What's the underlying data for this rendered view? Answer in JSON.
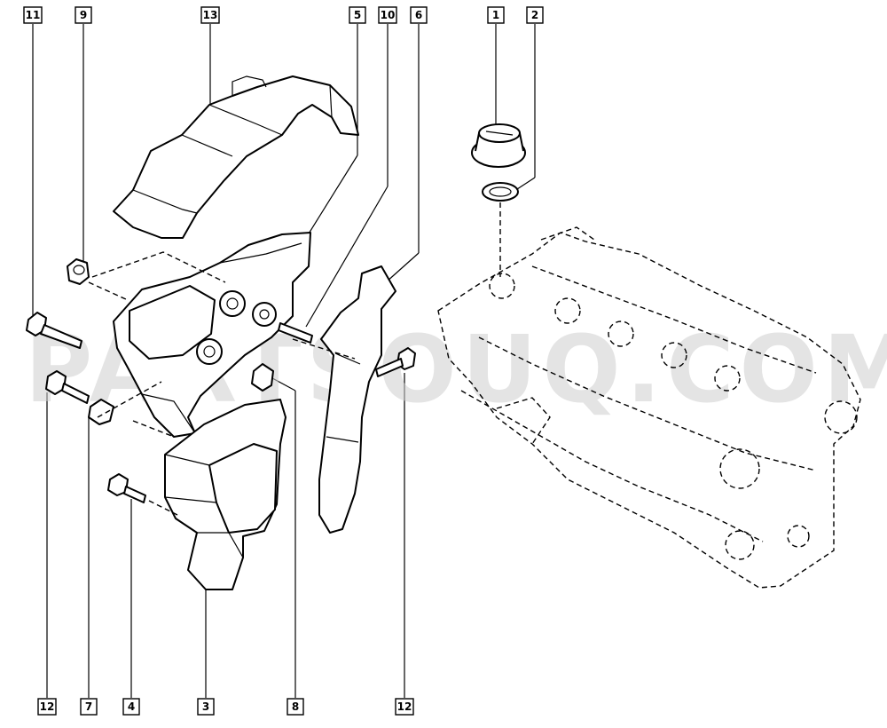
{
  "watermark": "PARTSOUQ.COM",
  "labels": {
    "l11": "11",
    "l9": "9",
    "l13": "13",
    "l5": "5",
    "l10": "10",
    "l6": "6",
    "l1": "1",
    "l2": "2",
    "l12a": "12",
    "l7": "7",
    "l4": "4",
    "l3": "3",
    "l8": "8",
    "l12b": "12"
  }
}
